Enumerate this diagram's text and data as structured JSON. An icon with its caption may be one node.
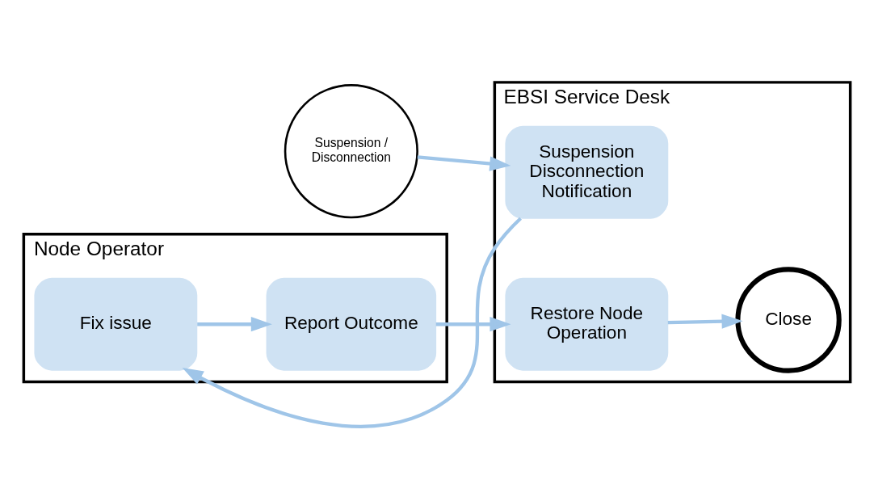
{
  "diagram": {
    "nodes": [
      {
        "text": [
          "Suspension / Disconnection"
        ]
      },
      {
        "text": [
          "EBSI Service Desk"
        ]
      },
      {
        "text": [
          "Suspension Disconnection Notification"
        ],
        "in": 1
      },
      {
        "text": [
          "Restore Node Operation"
        ],
        "in": 1
      },
      {
        "text": [
          "Close"
        ],
        "in": 1
      },
      {
        "text": [
          "Node Operator"
        ]
      },
      {
        "text": [
          "Fix issue"
        ],
        "in": 5
      },
      {
        "text": [
          "Report Outcome"
        ],
        "in": 5
      }
    ],
    "edges": [
      {
        "from": 0,
        "to": 2,
        "arrow": "to"
      },
      {
        "from": 2,
        "to": 6,
        "arrow": "to"
      },
      {
        "from": 6,
        "to": 7,
        "arrow": "to"
      },
      {
        "from": 7,
        "to": 3,
        "arrow": "to"
      },
      {
        "from": 3,
        "to": 4,
        "arrow": "to"
      }
    ]
  }
}
